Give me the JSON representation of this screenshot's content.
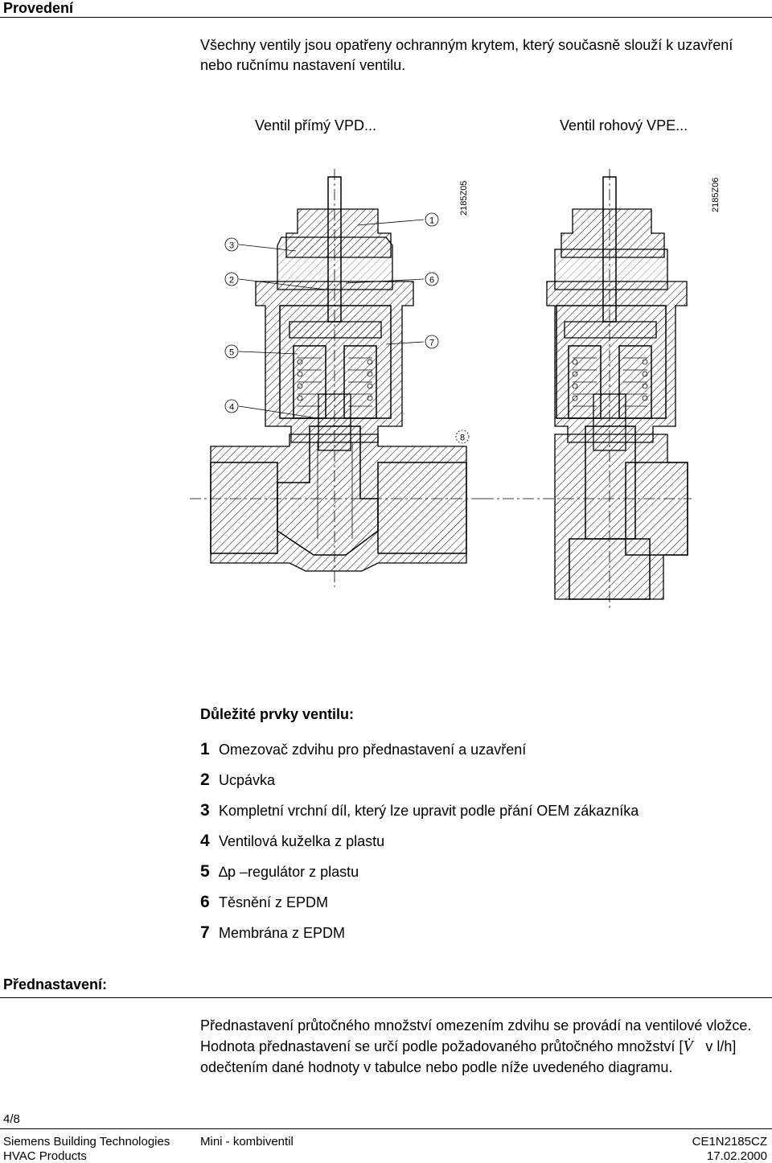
{
  "header": {
    "title": "Provedení"
  },
  "intro": {
    "line1": "Všechny ventily jsou opatřeny ochranným krytem, který současně slouží k uzavření",
    "line2": "nebo ručnímu nastavení ventilu."
  },
  "drawings": {
    "straight_label": "Ventil přímý VPD...",
    "angle_label": "Ventil rohový VPE...",
    "code_left": "2185Z05",
    "code_right": "2185Z06",
    "callouts": [
      "1",
      "2",
      "3",
      "4",
      "5",
      "6",
      "7",
      "8"
    ]
  },
  "parts": {
    "title": "Důležité prvky ventilu:",
    "items": [
      {
        "num": "1",
        "text": "Omezovač zdvihu pro přednastavení a uzavření"
      },
      {
        "num": "2",
        "text": "Ucpávka"
      },
      {
        "num": "3",
        "text": "Kompletní vrchní díl, který lze upravit podle přání OEM zákazníka"
      },
      {
        "num": "4",
        "text": "Ventilová kuželka z plastu"
      },
      {
        "num": "5",
        "text": "∆p –regulátor z plastu"
      },
      {
        "num": "6",
        "text": "Těsnění z EPDM"
      },
      {
        "num": "7",
        "text": "Membrána z EPDM"
      }
    ]
  },
  "presetting": {
    "title": "Přednastavení:",
    "line1": "Přednastavení průtočného množství omezením zdvihu se provádí na ventilové vložce.",
    "line2a": "Hodnota přednastavení se určí podle požadovaného průtočného množství [",
    "symbol": "V̇",
    "line2b": "v l/h]",
    "line3": "odečtením dané hodnoty v tabulce nebo podle níže uvedeného diagramu."
  },
  "footer": {
    "page": "4/8",
    "company": "Siemens Building Technologies",
    "division": "HVAC Products",
    "product": "Mini - kombiventil",
    "doc_code": "CE1N2185CZ",
    "date": "17.02.2000"
  }
}
